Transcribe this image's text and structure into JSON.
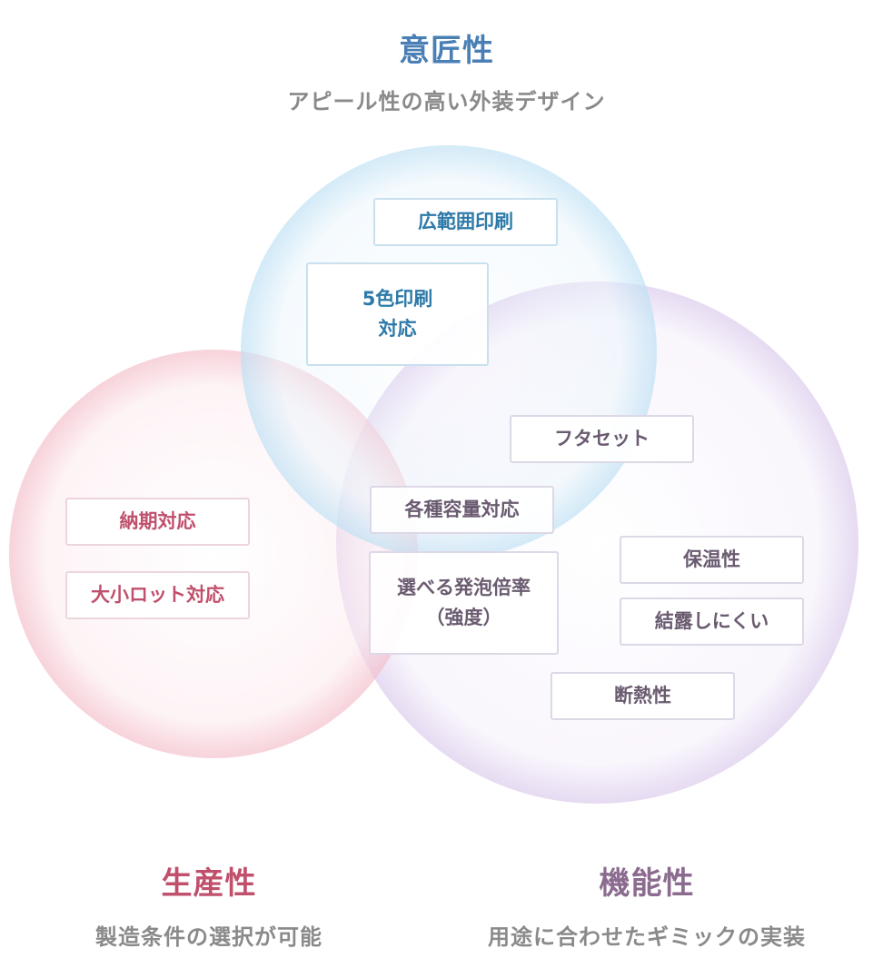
{
  "colors": {
    "design": "#4a7fb5",
    "production": "#c0506c",
    "function": "#8b6b8f",
    "subtitle": "#8a8a8a"
  },
  "design": {
    "title": "意匠性",
    "subtitle": "アピール性の高い外装デザイン",
    "items": [
      "広範囲印刷",
      "5色印刷\n対応"
    ]
  },
  "production": {
    "title": "生産性",
    "subtitle": "製造条件の選択が可能",
    "items": [
      "納期対応",
      "大小ロット対応"
    ]
  },
  "function": {
    "title": "機能性",
    "subtitle": "用途に合わせたギミックの実装",
    "items": [
      "フタセット",
      "保温性",
      "結露しにくい",
      "断熱性"
    ]
  },
  "shared": {
    "items": [
      "各種容量対応",
      "選べる発泡倍率\n（強度）"
    ]
  }
}
